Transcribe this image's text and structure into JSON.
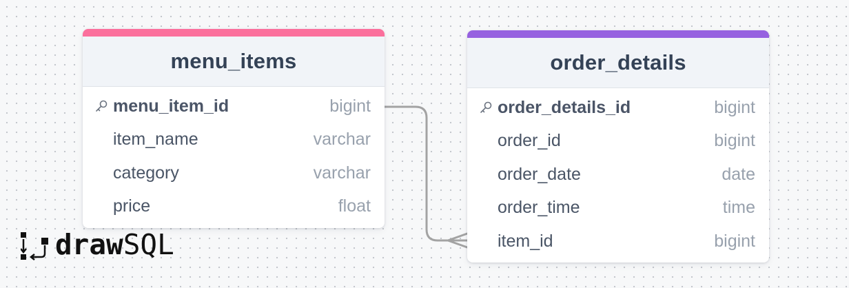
{
  "diagram": {
    "tables": [
      {
        "name": "menu_items",
        "accent_color": "#fb6f9c",
        "columns": [
          {
            "name": "menu_item_id",
            "type": "bigint",
            "primary_key": true
          },
          {
            "name": "item_name",
            "type": "varchar",
            "primary_key": false
          },
          {
            "name": "category",
            "type": "varchar",
            "primary_key": false
          },
          {
            "name": "price",
            "type": "float",
            "primary_key": false
          }
        ]
      },
      {
        "name": "order_details",
        "accent_color": "#9661e0",
        "columns": [
          {
            "name": "order_details_id",
            "type": "bigint",
            "primary_key": true
          },
          {
            "name": "order_id",
            "type": "bigint",
            "primary_key": false
          },
          {
            "name": "order_date",
            "type": "date",
            "primary_key": false
          },
          {
            "name": "order_time",
            "type": "time",
            "primary_key": false
          },
          {
            "name": "item_id",
            "type": "bigint",
            "primary_key": false
          }
        ]
      }
    ],
    "relationships": [
      {
        "from": "menu_items.menu_item_id",
        "to": "order_details.item_id",
        "cardinality": "one-to-many"
      }
    ]
  },
  "logo": {
    "brand_bold": "draw",
    "brand_light": "SQL",
    "icon": "drawsql-logo-icon"
  },
  "colors": {
    "background": "#f7f8f9",
    "grid_dot": "#c3c7cc",
    "header_bg": "#f1f4f8",
    "title_text": "#344256",
    "column_text": "#4a5566",
    "type_text": "#98a1ad",
    "connector": "#a3a3a3"
  }
}
